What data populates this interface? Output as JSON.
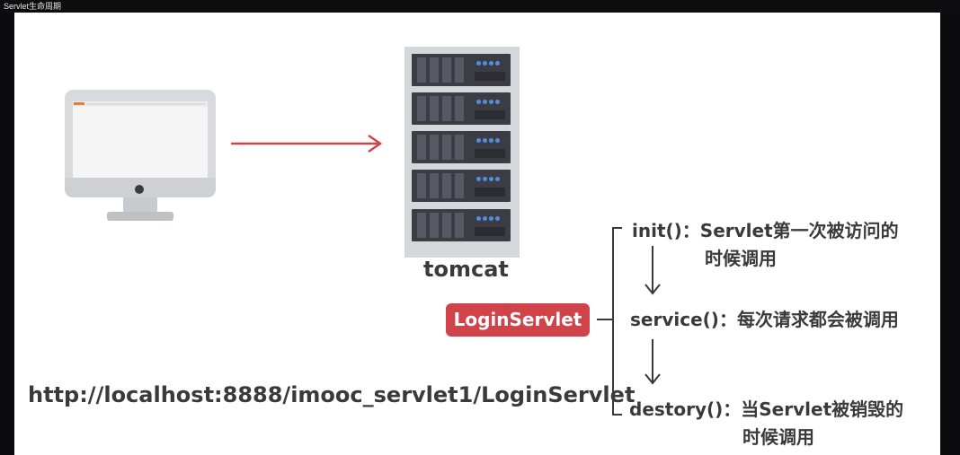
{
  "window": {
    "title": "Servlet生命周期"
  },
  "server": {
    "label": "tomcat"
  },
  "request": {
    "url": "http://localhost:8888/imooc_servlet1/LoginServlet"
  },
  "servlet": {
    "name": "LoginServlet"
  },
  "lifecycle": [
    {
      "method": "init()",
      "separator": "：",
      "line1": "Servlet第一次被访问的",
      "line2": "时候调用"
    },
    {
      "method": "service()",
      "separator": "：",
      "line1": "每次请求都会被调用",
      "line2": ""
    },
    {
      "method": "destory()",
      "separator": "：",
      "line1": "当Servlet被销毁的",
      "line2": "时候调用"
    }
  ],
  "colors": {
    "arrow": "#d1434a",
    "button": "#d1434a",
    "text": "#3a3a3a"
  },
  "icons": [
    "monitor-icon",
    "server-rack-icon"
  ]
}
